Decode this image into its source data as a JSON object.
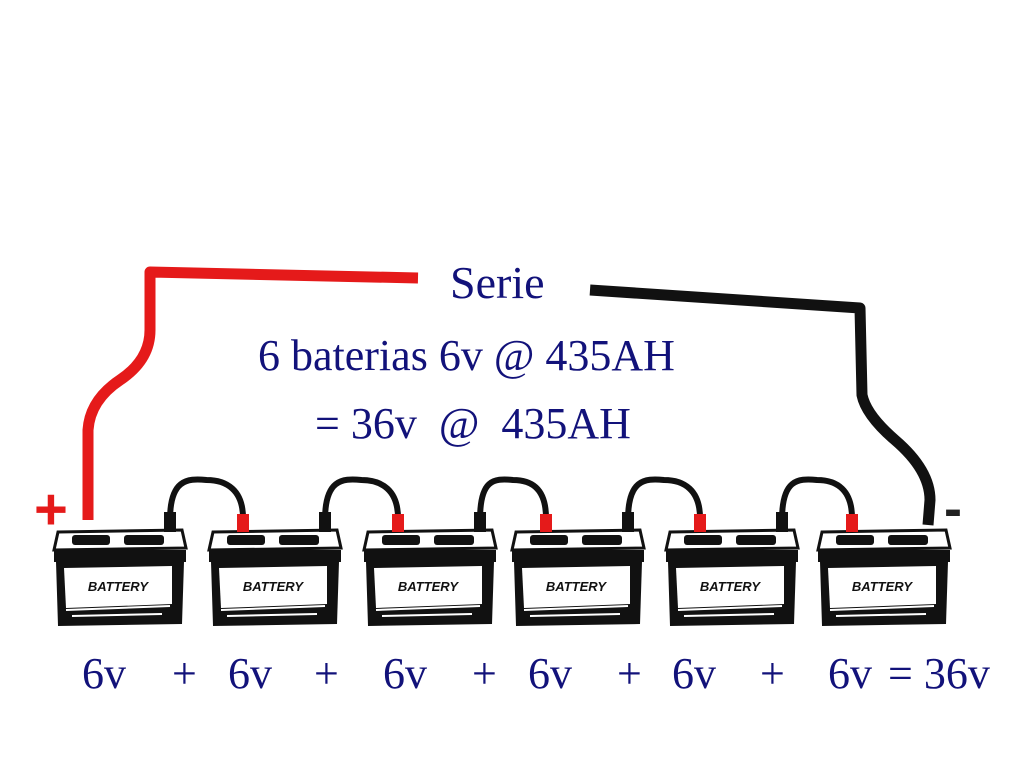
{
  "title": "Serie",
  "description_line1": "6 baterias 6v @ 435AH",
  "description_line2": "= 36v  @  435AH",
  "positive_terminal_label": "+",
  "negative_terminal_label": "-",
  "batteries": [
    {
      "label": "BATTERY",
      "voltage": "6v"
    },
    {
      "label": "BATTERY",
      "voltage": "6v"
    },
    {
      "label": "BATTERY",
      "voltage": "6v"
    },
    {
      "label": "BATTERY",
      "voltage": "6v"
    },
    {
      "label": "BATTERY",
      "voltage": "6v"
    },
    {
      "label": "BATTERY",
      "voltage": "6v"
    }
  ],
  "equation": {
    "operators": [
      "+",
      "+",
      "+",
      "+",
      "+"
    ],
    "result": "= 36v"
  },
  "colors": {
    "positive_cable": "#e51a1a",
    "negative_cable": "#111111",
    "text": "#12127a"
  }
}
